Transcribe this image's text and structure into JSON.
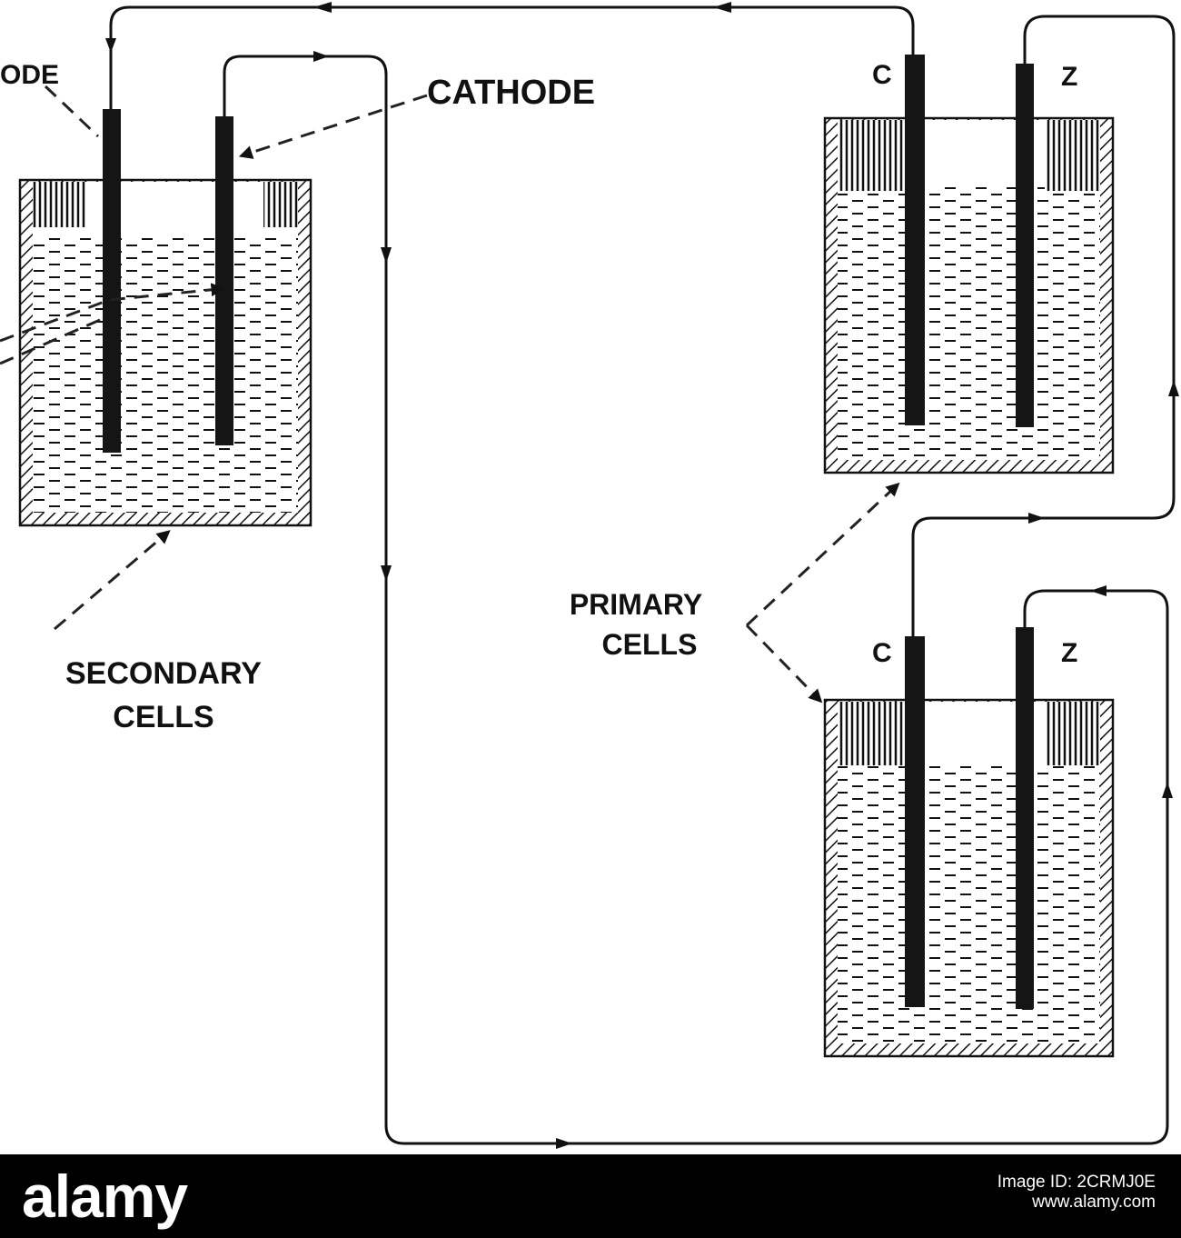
{
  "labels": {
    "anode_fragment": "ODE",
    "cathode": "CATHODE",
    "secondary_line1": "SECONDARY",
    "secondary_line2": "CELLS",
    "primary_line1": "PRIMARY",
    "primary_line2": "CELLS",
    "cell_upper_left_terminal": "C",
    "cell_upper_right_terminal": "Z",
    "cell_lower_left_terminal": "C",
    "cell_lower_right_terminal": "Z"
  },
  "watermark": {
    "brand": "alamy",
    "caption": "Image ID: 2CRMJ0E",
    "site": "www.alamy.com"
  },
  "colors": {
    "ink": "#111111",
    "background": "#ffffff",
    "banner": "#000000",
    "banner_text": "#ffffff"
  },
  "icons": {
    "flow_arrow": "arrowhead-icon"
  }
}
